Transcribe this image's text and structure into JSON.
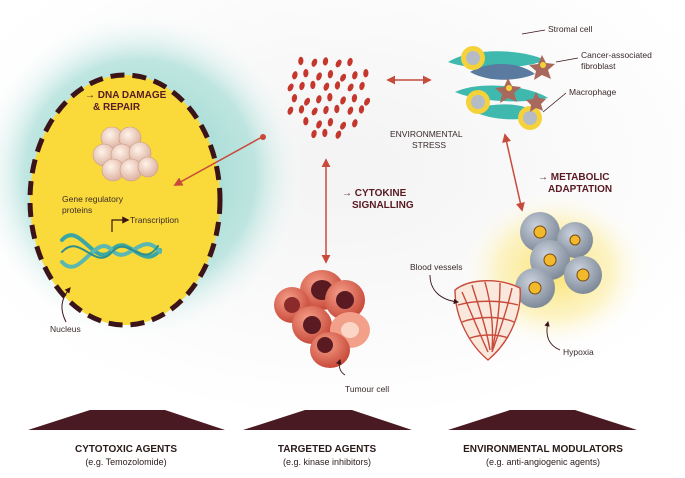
{
  "labels": {
    "dna_damage_1": "→ DNA DAMAGE",
    "dna_damage_2": "& REPAIR",
    "gene_reg_1": "Gene regulatory",
    "gene_reg_2": "proteins",
    "transcription": "Transcription",
    "nucleus": "Nucleus",
    "stromal_cell": "Stromal cell",
    "caf_1": "Cancer-associated",
    "caf_2": "fibroblast",
    "macrophage": "Macrophage",
    "env_stress_1": "ENVIRONMENTAL",
    "env_stress_2": "STRESS",
    "cytokine_1": "→ CYTOKINE",
    "cytokine_2": "SIGNALLING",
    "metabolic_1": "→ METABOLIC",
    "metabolic_2": "ADAPTATION",
    "blood_vessels": "Blood vessels",
    "hypoxia": "Hypoxia",
    "tumour_cell": "Tumour cell"
  },
  "categories": [
    {
      "title": "CYTOTOXIC AGENTS",
      "subtitle": "(e.g. Temozolomide)"
    },
    {
      "title": "TARGETED AGENTS",
      "subtitle": "(e.g. kinase inhibitors)"
    },
    {
      "title": "ENVIRONMENTAL MODULATORS",
      "subtitle": "(e.g. anti-angiogenic agents)"
    }
  ],
  "colors": {
    "nucleus_fill": "#f9da3a",
    "nucleus_border": "#3a1418",
    "teal_glow": "#8fd4cc",
    "arrow": "#c84a3a",
    "dark_red": "#5a1a22",
    "dot_red": "#c4372d"
  }
}
